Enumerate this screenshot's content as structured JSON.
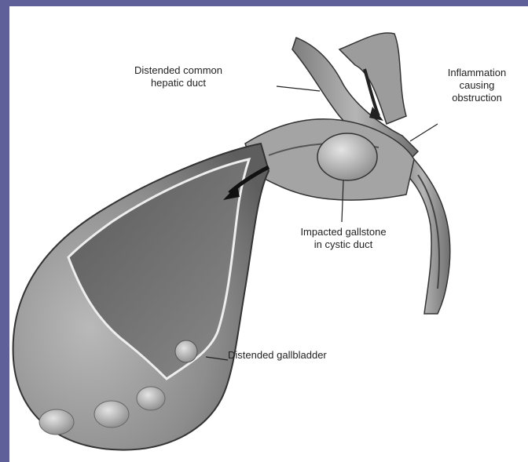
{
  "labels": {
    "hepatic_duct": "Distended common\nhepatic duct",
    "inflammation": "Inflammation\ncausing\nobstruction",
    "gallstone": "Impacted gallstone\nin cystic duct",
    "gallbladder": "Distended gallbladder"
  },
  "colors": {
    "frame": "#5f5f9a",
    "background": "#ffffff",
    "wall": "#8f8f8f",
    "lumen": "#7a7a7a",
    "stone": "#bdbdbd"
  }
}
